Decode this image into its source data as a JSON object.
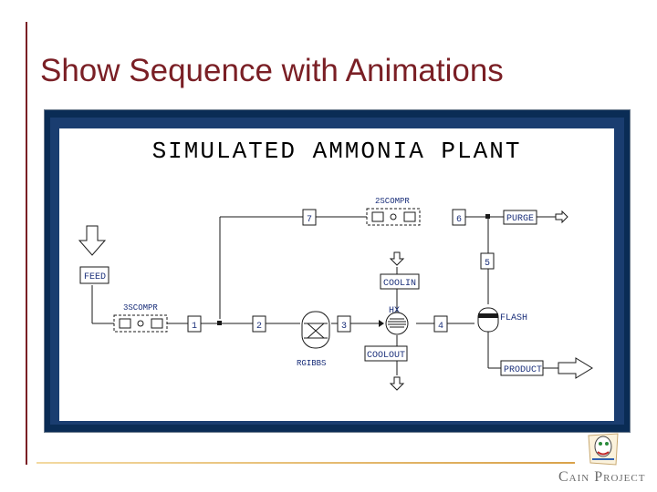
{
  "slide": {
    "title": "Show Sequence with Animations"
  },
  "diagram": {
    "title": "SIMULATED AMMONIA PLANT",
    "blocks": {
      "comp2": "2SCOMPR",
      "comp3": "3SCOMPR",
      "reactor": "RGIBBS",
      "exchanger": "HX",
      "flash": "FLASH"
    },
    "streams": {
      "s1": "1",
      "s2": "2",
      "s3": "3",
      "s4": "4",
      "s5": "5",
      "s6": "6",
      "s7": "7",
      "feed": "FEED",
      "purge": "PURGE",
      "coolin": "COOLIN",
      "coolout": "COOLOUT",
      "product": "PRODUCT"
    }
  },
  "footer": {
    "brand": "Cain Project"
  },
  "colors": {
    "title": "#7a1f25",
    "frame": "#0a2c55",
    "diagram_ink": "#1a2f7a"
  }
}
